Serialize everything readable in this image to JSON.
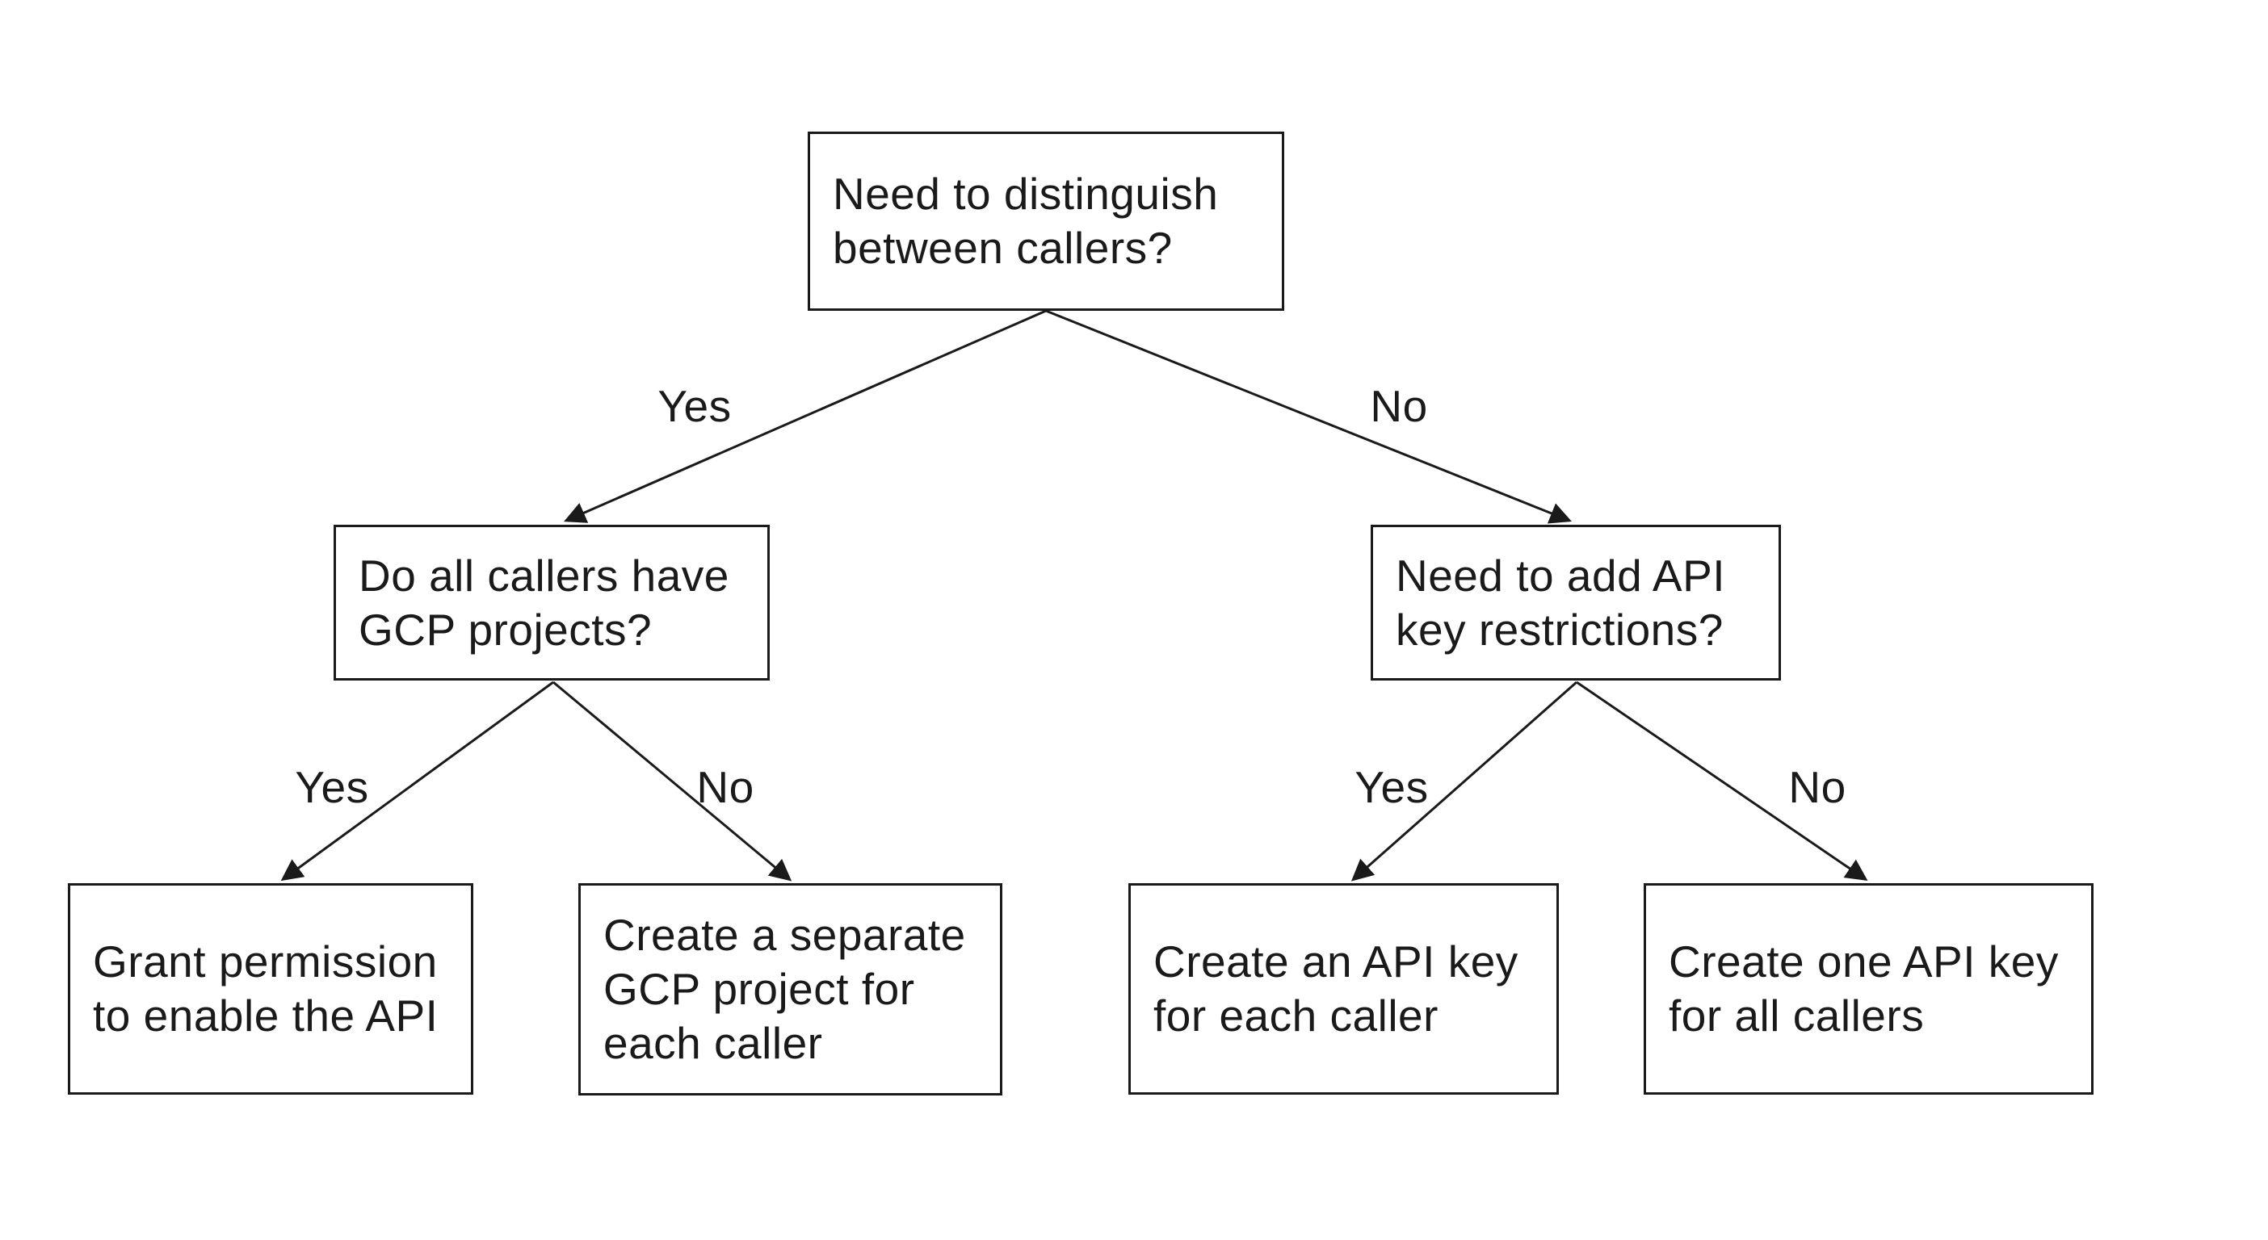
{
  "diagram": {
    "type": "decision-tree-flowchart",
    "topic": "Choosing how to identify callers of an API (GCP API keys)",
    "colors": {
      "background": "#ffffff",
      "box_border": "#1a1a1a",
      "text": "#1a1a1a",
      "arrow": "#1a1a1a"
    },
    "nodes": {
      "root": {
        "lines": [
          "Need to distinguish",
          "between callers?"
        ]
      },
      "gcp_question": {
        "lines": [
          "Do all callers have",
          "GCP projects?"
        ]
      },
      "restrictions_question": {
        "lines": [
          "Need to add API",
          "key restrictions?"
        ]
      },
      "grant_permission": {
        "lines": [
          "Grant permission",
          "to enable the API"
        ]
      },
      "separate_project": {
        "lines": [
          "Create a separate",
          "GCP project for",
          "each caller"
        ]
      },
      "key_per_caller": {
        "lines": [
          "Create an API key",
          "for each caller"
        ]
      },
      "one_key": {
        "lines": [
          "Create one API key",
          "for all callers"
        ]
      }
    },
    "edges": {
      "root_yes": {
        "from": "root",
        "to": "gcp_question",
        "label": "Yes"
      },
      "root_no": {
        "from": "root",
        "to": "restrictions_question",
        "label": "No"
      },
      "gcp_yes": {
        "from": "gcp_question",
        "to": "grant_permission",
        "label": "Yes"
      },
      "gcp_no": {
        "from": "gcp_question",
        "to": "separate_project",
        "label": "No"
      },
      "restrictions_yes": {
        "from": "restrictions_question",
        "to": "key_per_caller",
        "label": "Yes"
      },
      "restrictions_no": {
        "from": "restrictions_question",
        "to": "one_key",
        "label": "No"
      }
    }
  }
}
